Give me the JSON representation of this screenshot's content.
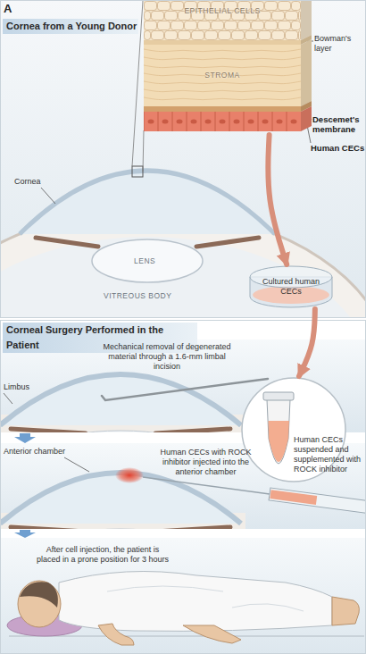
{
  "diagram": {
    "nodes": [
      {
        "text": [
          "Cornea from a Young Donor"
        ]
      },
      {
        "text": [
          "EPITHELIAL CELLS",
          "STROMA"
        ],
        "in": 0
      },
      {
        "text": [
          "Cultured human CECs"
        ]
      },
      {
        "text": [
          "Corneal Surgery Performed in the Patient"
        ]
      },
      {
        "text": [
          "Human CECs suspended and supplemented with ROCK inhibitor"
        ],
        "in": 3
      }
    ],
    "edges": [
      {
        "from": 1,
        "to": 2,
        "arrow": "to"
      },
      {
        "from": 2,
        "to": 4,
        "arrow": "to"
      }
    ],
    "labels": [
      "A",
      "Bowman's layer",
      "Descemet's membrane",
      "Human CECs",
      "Cornea",
      "LENS",
      "VITREOUS BODY",
      "Mechanical removal of degenerated material through a 1.6-mm limbal incision",
      "Limbus",
      "Anterior chamber",
      "Human CECs with ROCK inhibitor injected into the anterior chamber",
      "After cell injection, the patient is placed in a prone position for 3 hours"
    ]
  }
}
